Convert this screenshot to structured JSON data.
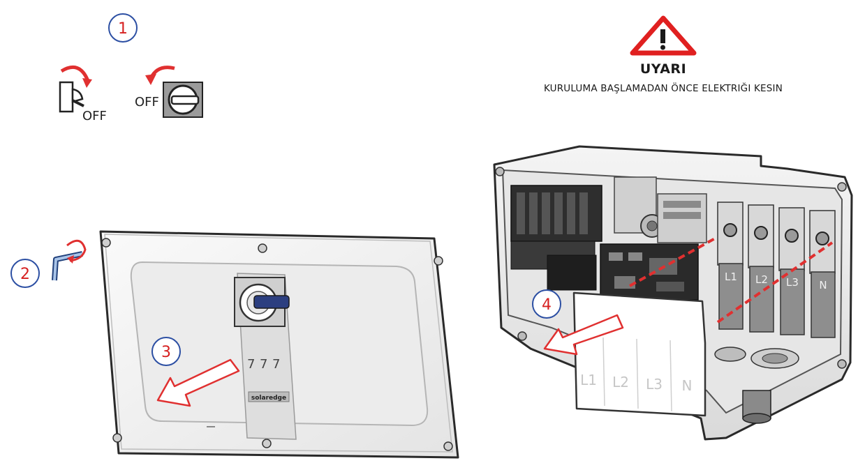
{
  "warning": {
    "title": "UYARI",
    "text": "KURULUMA BAŞLAMADAN ÖNCE ELEKTRIĞI KESIN"
  },
  "steps": [
    {
      "number": "1"
    },
    {
      "number": "2"
    },
    {
      "number": "3"
    },
    {
      "number": "4"
    }
  ],
  "switch_labels": {
    "breaker_off": "OFF",
    "rotary_off": "OFF"
  },
  "terminal_labels": [
    "L1",
    "L2",
    "L3",
    "N"
  ],
  "cover_labels": [
    "L1",
    "L2",
    "L3",
    "N"
  ],
  "brand_mark": "solaredge",
  "colors": {
    "step_circle": "#2c4fa3",
    "step_number": "#d62020",
    "warning_red": "#e02020",
    "arrow_red": "#e03030",
    "outline": "#2a2a2a",
    "body_fill": "#f2f2f2"
  }
}
